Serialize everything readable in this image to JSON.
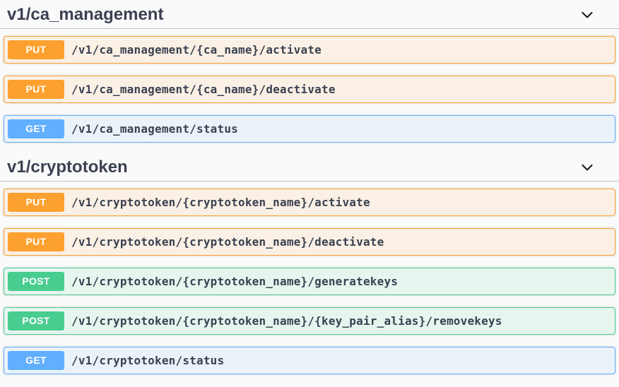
{
  "page": {
    "background_color": "#fafafa",
    "text_color": "#3b4151"
  },
  "colors": {
    "put": "#fca130",
    "get": "#61affe",
    "post": "#49cc90",
    "divider": "rgba(59,65,81,0.3)"
  },
  "sections": [
    {
      "title": "v1/ca_management",
      "chevron": "chevron-down",
      "operations": [
        {
          "method": "PUT",
          "path": "/v1/ca_management/{ca_name}/activate"
        },
        {
          "method": "PUT",
          "path": "/v1/ca_management/{ca_name}/deactivate"
        },
        {
          "method": "GET",
          "path": "/v1/ca_management/status"
        }
      ]
    },
    {
      "title": "v1/cryptotoken",
      "chevron": "chevron-down",
      "operations": [
        {
          "method": "PUT",
          "path": "/v1/cryptotoken/{cryptotoken_name}/activate"
        },
        {
          "method": "PUT",
          "path": "/v1/cryptotoken/{cryptotoken_name}/deactivate"
        },
        {
          "method": "POST",
          "path": "/v1/cryptotoken/{cryptotoken_name}/generatekeys"
        },
        {
          "method": "POST",
          "path": "/v1/cryptotoken/{cryptotoken_name}/{key_pair_alias}/removekeys"
        },
        {
          "method": "GET",
          "path": "/v1/cryptotoken/status"
        }
      ]
    }
  ]
}
